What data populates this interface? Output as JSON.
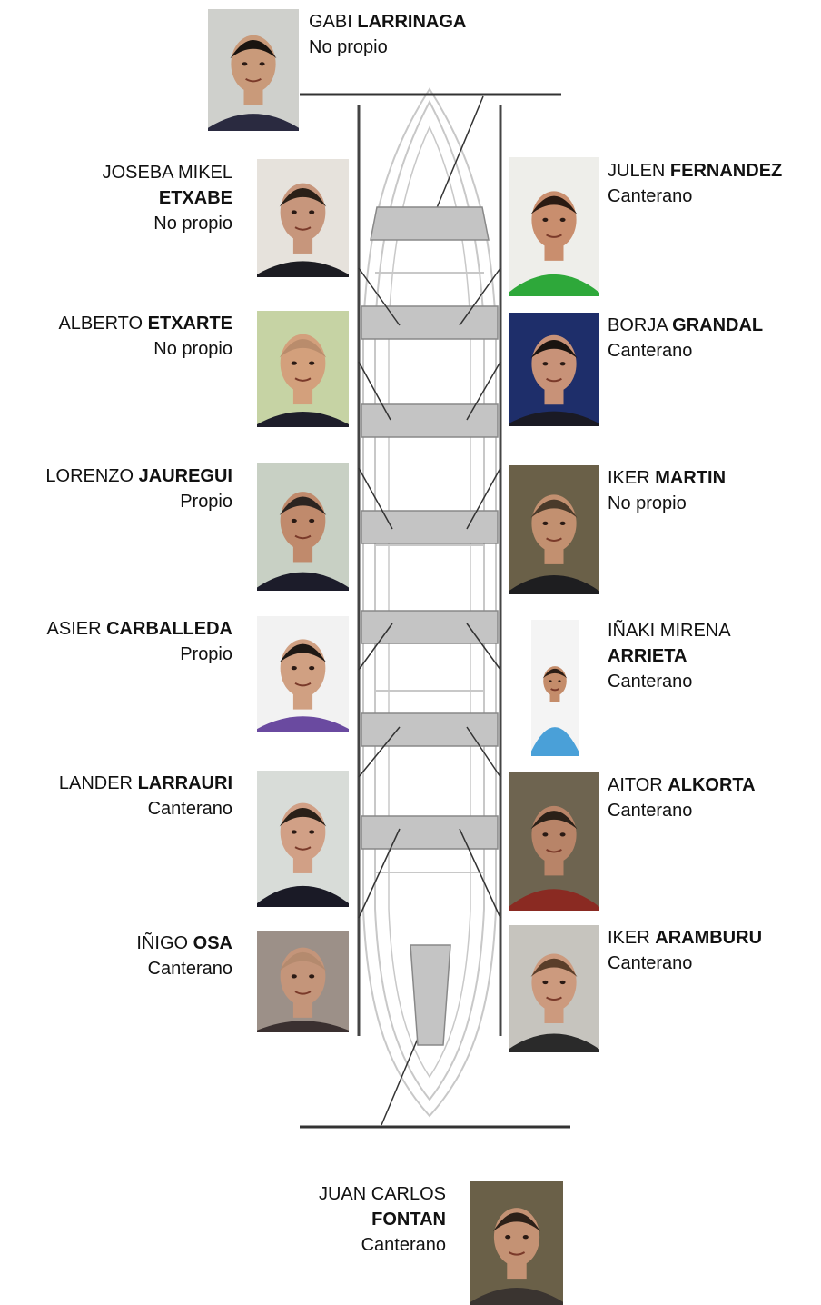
{
  "coxswain": {
    "first": "GABI",
    "last": "LARRINAGA",
    "status": "No propio",
    "bg": "#cfd0cc",
    "skin": "#c99a7a",
    "hair": "#1a1410",
    "shirt": "#2a2a40"
  },
  "port": [
    {
      "first": "JOSEBA MIKEL",
      "last": "ETXABE",
      "status": "No propio",
      "bg": "#e6e2dc",
      "skin": "#c7967c",
      "hair": "#2a2018",
      "shirt": "#1c1c22"
    },
    {
      "first": "ALBERTO",
      "last": "ETXARTE",
      "status": "No propio",
      "bg": "#c6d3a4",
      "skin": "#d3a07c",
      "hair": "#b98c6c",
      "shirt": "#1e1e2a"
    },
    {
      "first": "LORENZO",
      "last": "JAUREGUI",
      "status": "Propio",
      "bg": "#c8d0c4",
      "skin": "#c08a6c",
      "hair": "#2c2420",
      "shirt": "#1c1c2a"
    },
    {
      "first": "ASIER",
      "last": "CARBALLEDA",
      "status": "Propio",
      "bg": "#f2f2f2",
      "skin": "#d0a082",
      "hair": "#1e1814",
      "shirt": "#6a4aa0"
    },
    {
      "first": "LANDER",
      "last": "LARRAURI",
      "status": "Canterano",
      "bg": "#d8dcd8",
      "skin": "#d1a086",
      "hair": "#2a2018",
      "shirt": "#1a1a26"
    },
    {
      "first": "IÑIGO",
      "last": "OSA",
      "status": "Canterano",
      "bg": "#9c9088",
      "skin": "#c4957a",
      "hair": "#b48a6e",
      "shirt": "#3a3030"
    }
  ],
  "starboard": [
    {
      "first": "JULEN",
      "last": "FERNANDEZ",
      "status": "Canterano",
      "bg": "#eeeeea",
      "skin": "#c98e6e",
      "hair": "#2a1a12",
      "shirt": "#2ea83a"
    },
    {
      "first": "BORJA",
      "last": "GRANDAL",
      "status": "Canterano",
      "bg": "#1e2e6a",
      "skin": "#c89278",
      "hair": "#1a1410",
      "shirt": "#1a1a24"
    },
    {
      "first": "IKER",
      "last": "MARTIN",
      "status": "No propio",
      "bg": "#6a6048",
      "skin": "#c29070",
      "hair": "#4a3a2a",
      "shirt": "#1e1e20"
    },
    {
      "first": "IÑAKI MIRENA",
      "last": "ARRIETA",
      "status": "Canterano",
      "bg": "#f4f4f4",
      "skin": "#c48c6a",
      "hair": "#2a1c14",
      "shirt": "#4aa0d8"
    },
    {
      "first": "AITOR",
      "last": "ALKORTA",
      "status": "Canterano",
      "bg": "#6e6450",
      "skin": "#b88468",
      "hair": "#2a2018",
      "shirt": "#8a2a22"
    },
    {
      "first": "IKER",
      "last": "ARAMBURU",
      "status": "Canterano",
      "bg": "#c6c4be",
      "skin": "#cc9a7e",
      "hair": "#5a3e2a",
      "shirt": "#2a2a2a"
    }
  ],
  "coach": {
    "first": "JUAN CARLOS",
    "last": "FONTAN",
    "status": "Canterano",
    "bg": "#6a6048",
    "skin": "#c49274",
    "hair": "#2c2018",
    "shirt": "#3a3430"
  },
  "colors": {
    "boat_outline": "#c8c8c8",
    "bench_fill": "#c4c4c4",
    "bench_stroke": "#888888",
    "line": "#333333"
  }
}
